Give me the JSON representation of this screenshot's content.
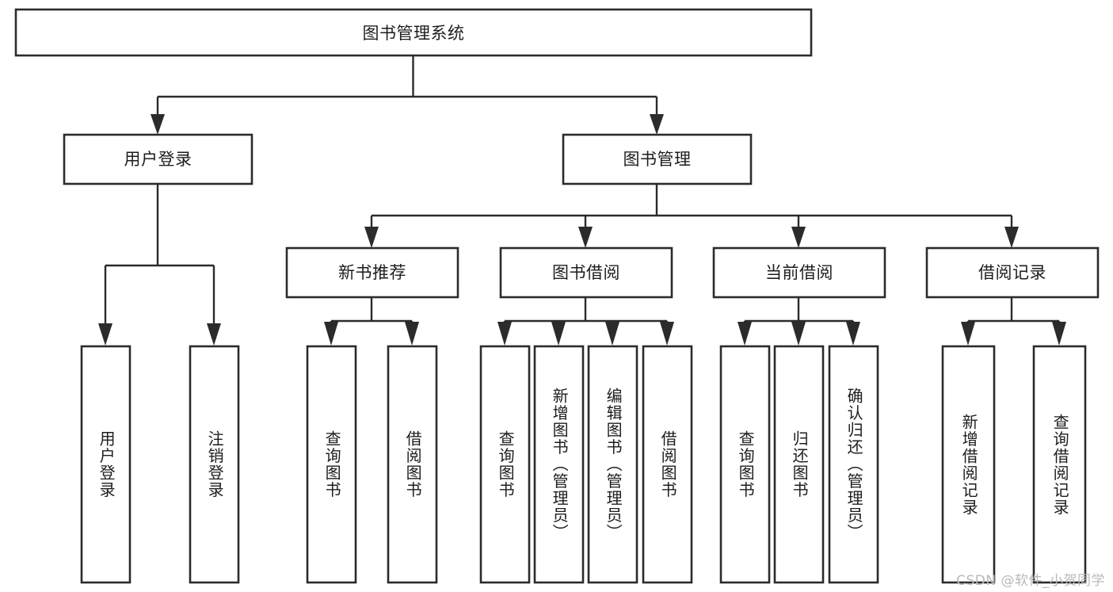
{
  "diagram": {
    "title": "图书管理系统",
    "type": "tree-hierarchy-chart",
    "colors": {
      "box_stroke": "#2b2b2b",
      "box_fill": "#ffffff",
      "connector": "#2b2b2b",
      "background": "#ffffff",
      "watermark": "#b9b9b9"
    },
    "root": {
      "label": "图书管理系统"
    },
    "level2": [
      {
        "label": "用户登录"
      },
      {
        "label": "图书管理"
      }
    ],
    "level3": [
      {
        "label": "新书推荐"
      },
      {
        "label": "图书借阅"
      },
      {
        "label": "当前借阅"
      },
      {
        "label": "借阅记录"
      }
    ],
    "leaves": {
      "user_login": [
        {
          "label": "用户登录"
        },
        {
          "label": "注销登录"
        }
      ],
      "new_book_recommend": [
        {
          "label": "查询图书"
        },
        {
          "label": "借阅图书"
        }
      ],
      "book_borrow": [
        {
          "label": "查询图书"
        },
        {
          "label": "新增图书（管理员）"
        },
        {
          "label": "编辑图书（管理员）"
        },
        {
          "label": "借阅图书"
        }
      ],
      "current_borrow": [
        {
          "label": "查询图书"
        },
        {
          "label": "归还图书"
        },
        {
          "label": "确认归还（管理员）"
        }
      ],
      "borrow_record": [
        {
          "label": "新增借阅记录"
        },
        {
          "label": "查询借阅记录"
        }
      ]
    }
  },
  "watermark": {
    "text": "CSDN @软件_小贺同学"
  }
}
